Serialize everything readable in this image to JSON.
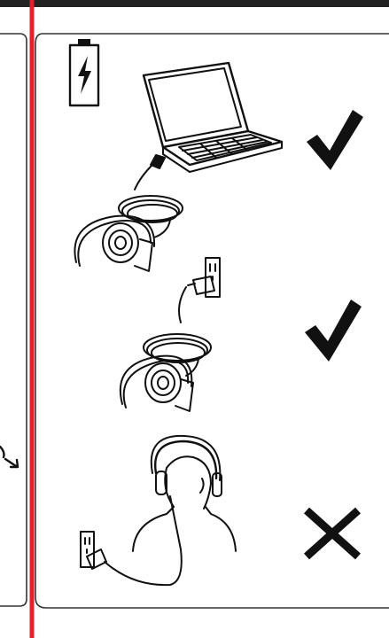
{
  "colors": {
    "guide_line": "#e0202a",
    "ink": "#111111",
    "panel_border": "#333333",
    "top_bar": "#222222",
    "background": "#ffffff"
  },
  "icons": {
    "battery": "battery-charging-icon",
    "allowed": "check-mark-icon",
    "not_allowed": "cross-mark-icon",
    "side_arrow": "usb-arrow-icon"
  },
  "panels": [
    {
      "scene": "headphones-charging-from-laptop",
      "status": "allowed"
    },
    {
      "scene": "headphones-charging-from-wall-outlet",
      "status": "allowed"
    },
    {
      "scene": "person-wearing-headphones-while-charging",
      "status": "not_allowed"
    }
  ]
}
